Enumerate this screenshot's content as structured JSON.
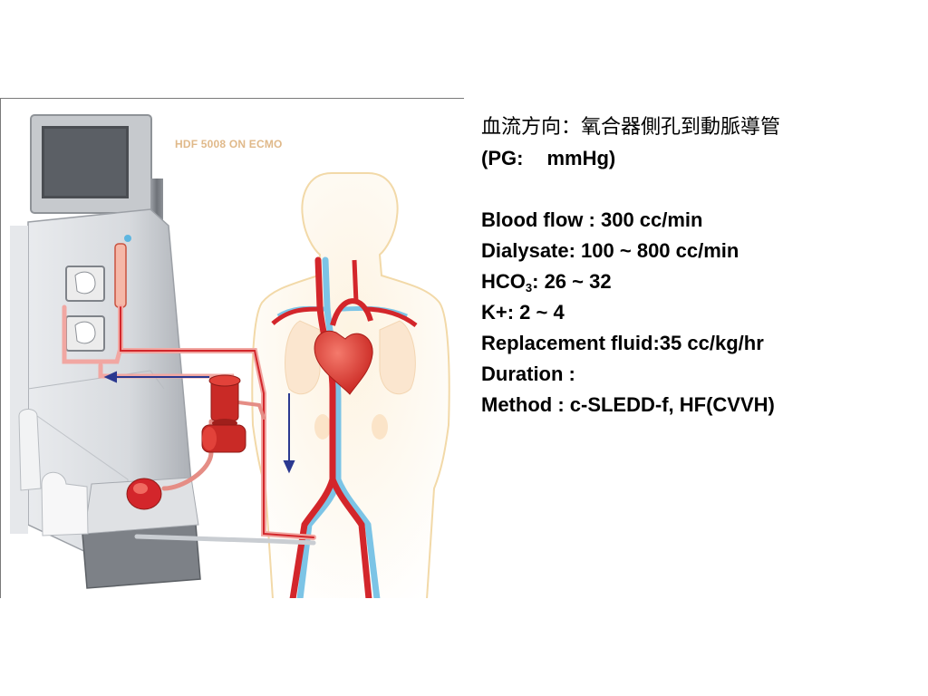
{
  "figure": {
    "label": "HDF 5008 ON ECMO",
    "label_color": "#e0b98a",
    "colors": {
      "artery": "#d3262b",
      "vein": "#7cc4e6",
      "arrow": "#2b3990",
      "body_outline": "#f2d9a8",
      "machine_gray": "#cfd2d6"
    }
  },
  "notes": {
    "title_zh": "血流方向：氧合器側孔到動脈導管",
    "pg_open": "(PG:",
    "pg_unit": "mmHg)",
    "blood_flow": "Blood flow : 300 cc/min",
    "dialysate": "Dialysate: 100 ~ 800 cc/min",
    "hco3_label": "HCO",
    "hco3_sub": "3",
    "hco3_value": ": 26 ~ 32",
    "k": "K+: 2 ~ 4",
    "replacement": "Replacement fluid:35 cc/kg/hr",
    "duration": "Duration :",
    "method": "Method : c-SLEDD-f, HF(CVVH)"
  }
}
